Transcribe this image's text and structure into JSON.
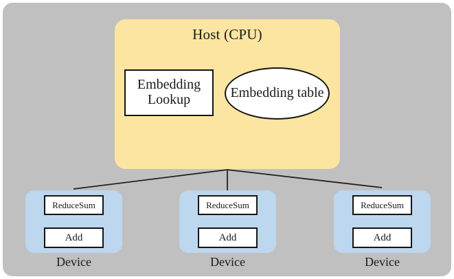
{
  "diagram": {
    "title_note": "Host-device embedding lookup dataflow",
    "colors": {
      "canvas_background": "#c0c0c0",
      "host_fill": "#fce5a0",
      "device_fill": "#bcd7ee",
      "node_fill": "#ffffff",
      "stroke": "#141414"
    }
  },
  "host": {
    "label": "Host (CPU)",
    "nodes": {
      "embedding_lookup": "Embedding Lookup",
      "embedding_table": "Embedding table"
    },
    "arrow": {
      "from": "Embedding table",
      "to": "Embedding Lookup",
      "direction": "left"
    }
  },
  "devices": [
    {
      "label": "Device",
      "reduce_sum": "ReduceSum",
      "add": "Add"
    },
    {
      "label": "Device",
      "reduce_sum": "ReduceSum",
      "add": "Add"
    },
    {
      "label": "Device",
      "reduce_sum": "ReduceSum",
      "add": "Add"
    }
  ],
  "connections": {
    "fanout_from": "Host (CPU)",
    "fanout_to": [
      "Device",
      "Device",
      "Device"
    ],
    "intra_device": "ReduceSum to Add"
  }
}
